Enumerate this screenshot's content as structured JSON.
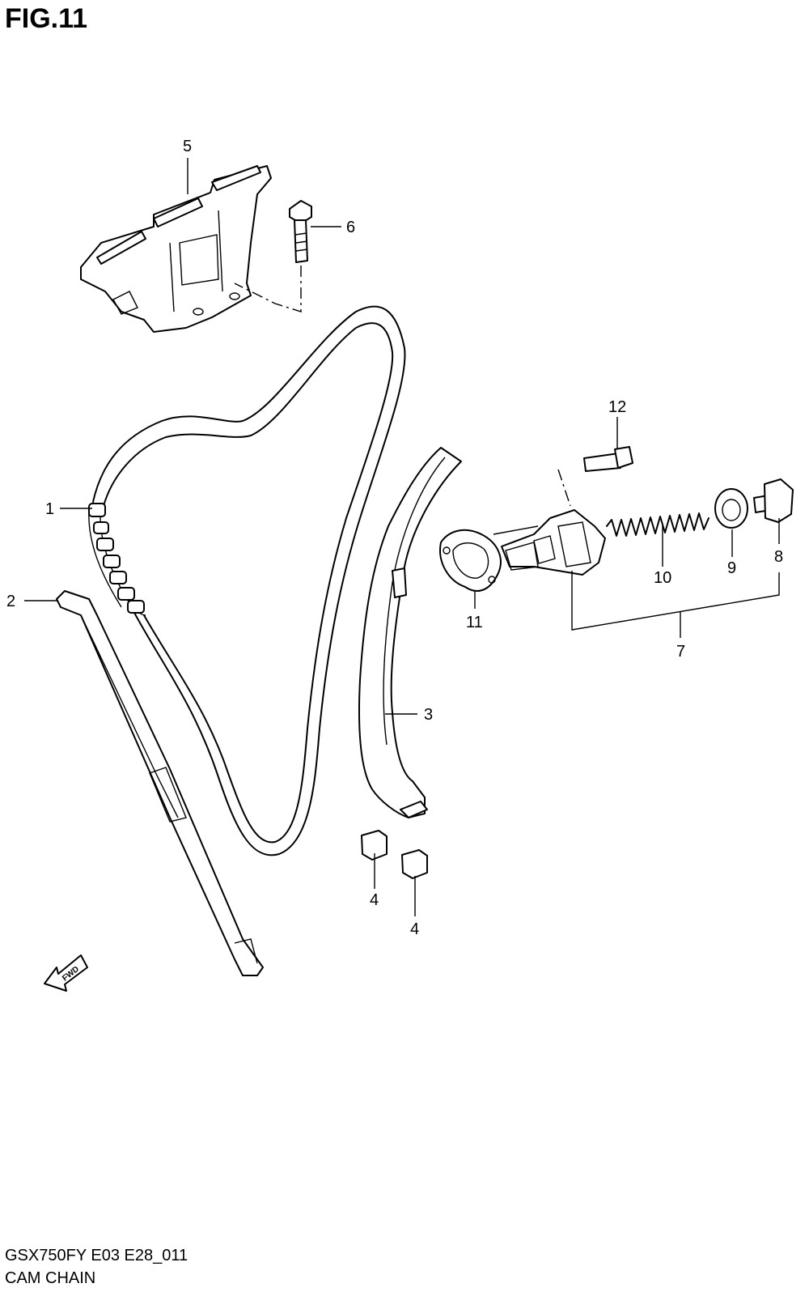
{
  "figure": {
    "title": "FIG.11",
    "model_code": "GSX750FY E03 E28_011",
    "section_name": "CAM CHAIN"
  },
  "callouts": [
    {
      "id": "1",
      "label": "1"
    },
    {
      "id": "2",
      "label": "2"
    },
    {
      "id": "3",
      "label": "3"
    },
    {
      "id": "4a",
      "label": "4"
    },
    {
      "id": "4b",
      "label": "4"
    },
    {
      "id": "5",
      "label": "5"
    },
    {
      "id": "6",
      "label": "6"
    },
    {
      "id": "7",
      "label": "7"
    },
    {
      "id": "8",
      "label": "8"
    },
    {
      "id": "9",
      "label": "9"
    },
    {
      "id": "10",
      "label": "10"
    },
    {
      "id": "11",
      "label": "11"
    },
    {
      "id": "12",
      "label": "12"
    }
  ],
  "fwd_marker": {
    "label": "FWD",
    "icon": "forward-arrow-icon"
  }
}
